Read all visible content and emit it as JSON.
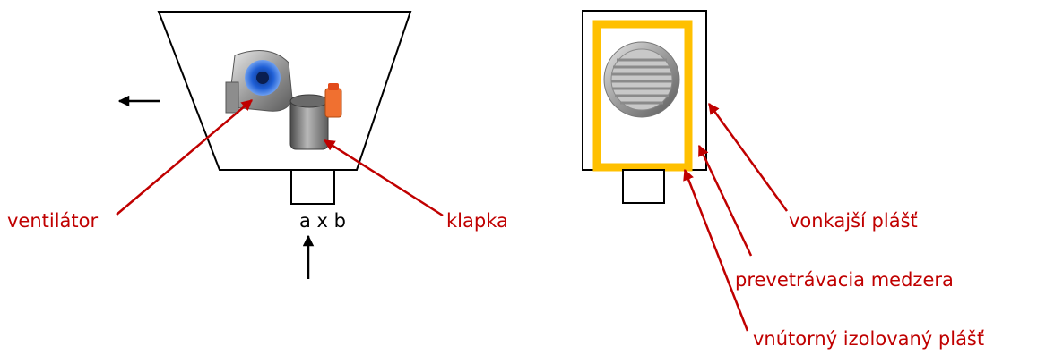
{
  "labels": {
    "fan": "ventilátor",
    "damper": "klapka",
    "inlet_size": "a x b",
    "outer_shell": "vonkajší plášť",
    "ventilation_gap": "prevetrávacia medzera",
    "inner_shell": "vnútorný izolovaný plášť"
  },
  "colors": {
    "annotation": "#c00000",
    "insulation": "#ffc000",
    "outline": "#000000"
  },
  "icons": {
    "fan": "centrifugal-fan-icon",
    "damper": "damper-icon",
    "grille": "round-louver-grille-icon"
  }
}
